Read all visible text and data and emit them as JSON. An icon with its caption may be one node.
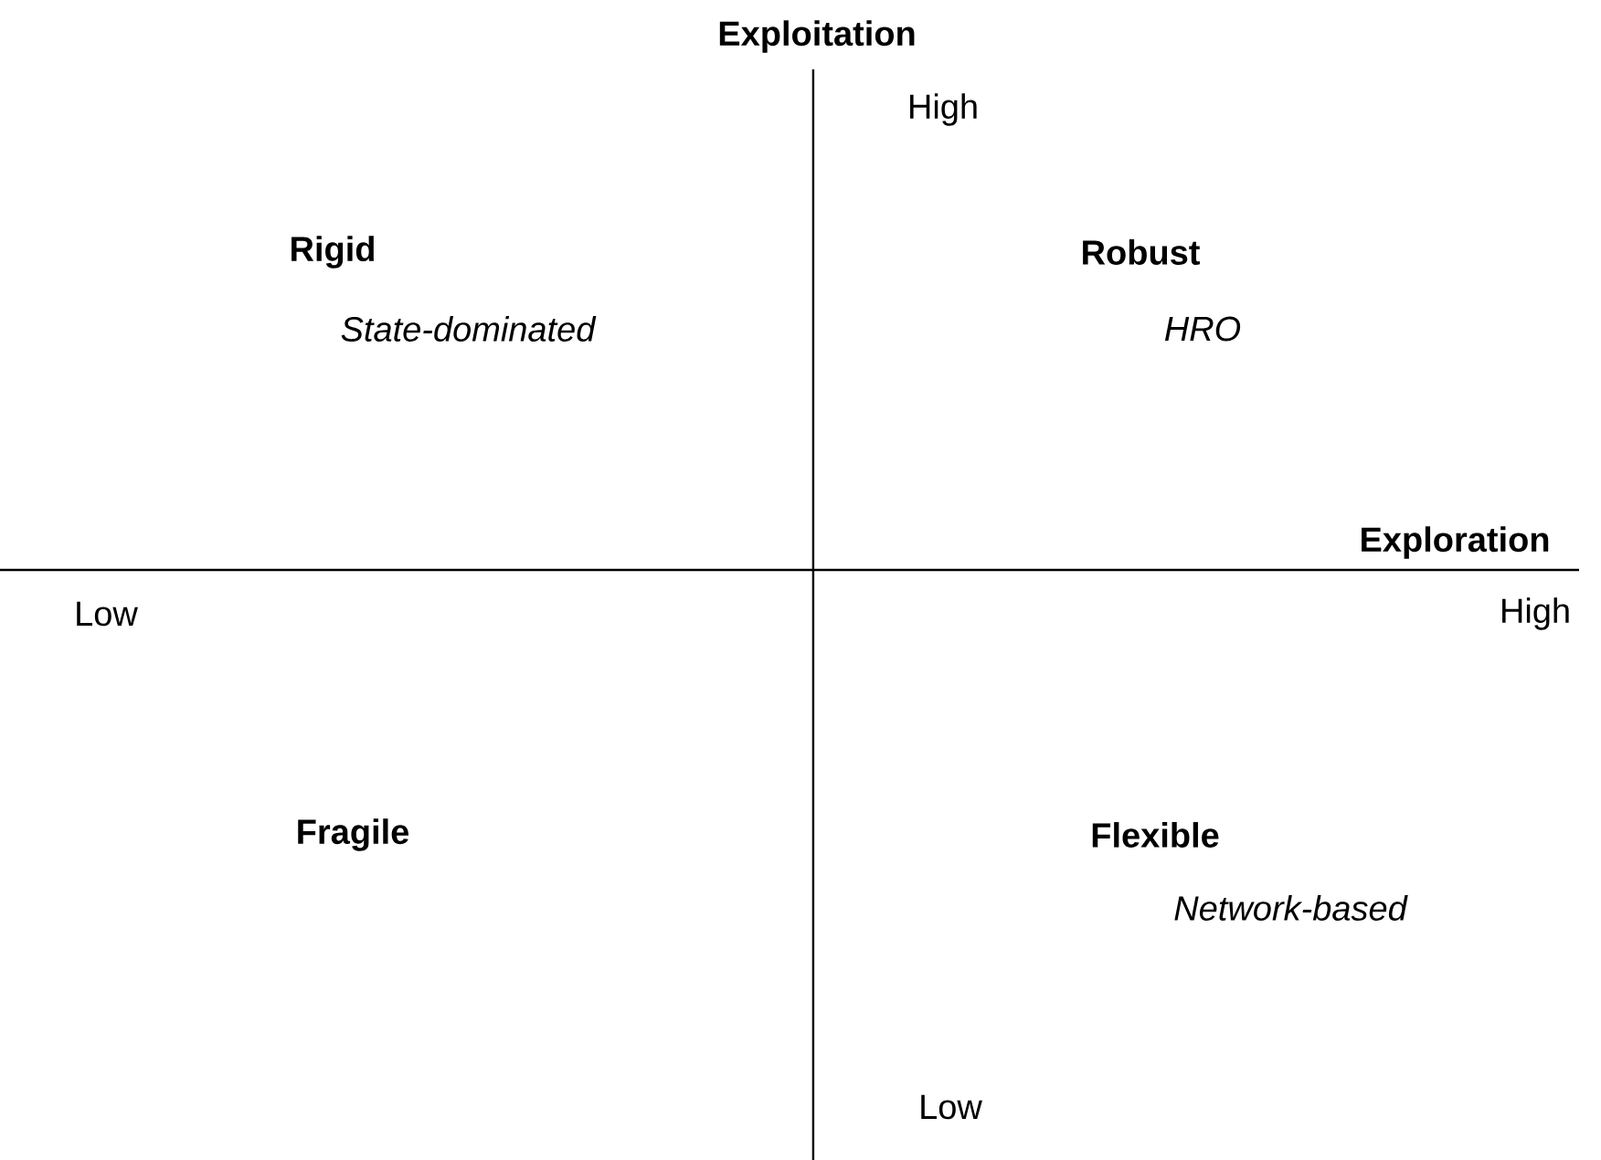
{
  "diagram": {
    "labels": [
      "Exploitation",
      "High",
      "Rigid",
      "Robust",
      "State-dominated",
      "HRO",
      "Exploration",
      "Low",
      "High",
      "Fragile",
      "Flexible",
      "Network-based",
      "Low"
    ]
  }
}
